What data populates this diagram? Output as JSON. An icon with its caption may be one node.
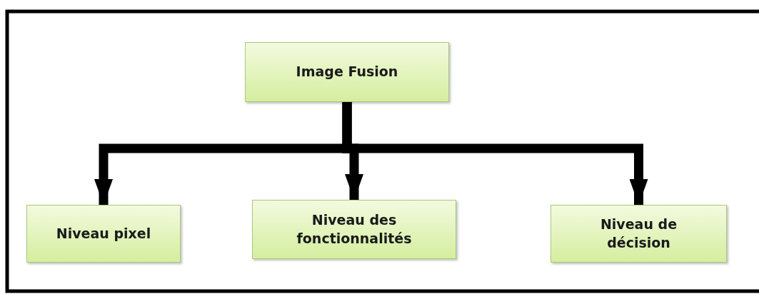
{
  "diagram": {
    "nodes": [
      {
        "text": [
          "Image Fusion"
        ]
      },
      {
        "text": [
          "Niveau pixel"
        ]
      },
      {
        "text": [
          "Niveau des fonctionnalités"
        ]
      },
      {
        "text": [
          "Niveau de décision"
        ]
      }
    ],
    "edges": [
      {
        "from": 0,
        "to": 1,
        "arrow": "to"
      },
      {
        "from": 0,
        "to": 2,
        "arrow": "to"
      },
      {
        "from": 0,
        "to": 3,
        "arrow": "to"
      }
    ]
  }
}
